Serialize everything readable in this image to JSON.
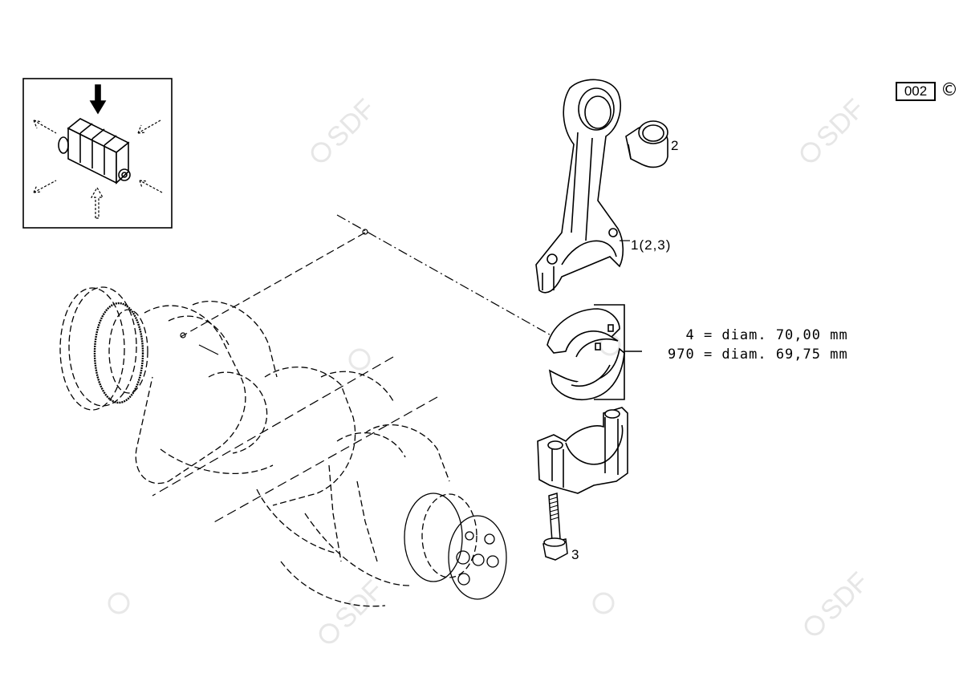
{
  "page_code": "002",
  "copyright_symbol": "©",
  "watermark_text": "SDF",
  "callouts": [
    {
      "id": "2",
      "text": "2"
    },
    {
      "id": "1",
      "text": "1(2,3)"
    },
    {
      "id": "3",
      "text": "3"
    }
  ],
  "bearing_notes": [
    "  4 = diam. 70,00 mm",
    "970 = diam. 69,75 mm"
  ],
  "icons": {
    "orientation_view": "engine-orientation-icon",
    "connecting_rod": "connecting-rod-icon",
    "small_end_bushing": "bushing-icon",
    "bearing_shells": "bearing-shell-icon",
    "rod_cap": "rod-cap-icon",
    "bolt": "bolt-icon",
    "crankshaft": "crankshaft-icon"
  },
  "colors": {
    "line": "#000000",
    "watermark": "#e4e4e4",
    "background": "#ffffff"
  }
}
